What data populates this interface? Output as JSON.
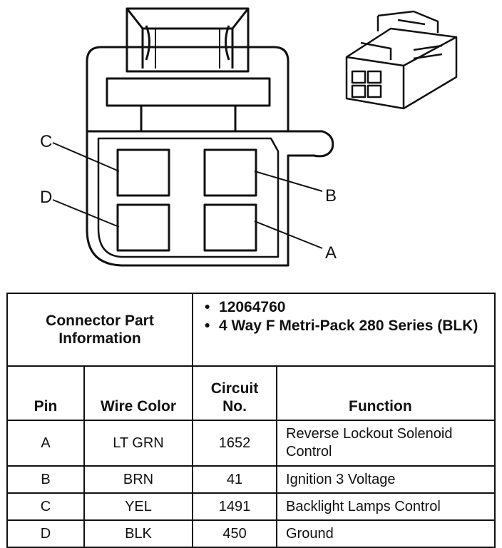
{
  "diagram": {
    "pin_labels": [
      "C",
      "D",
      "B",
      "A"
    ]
  },
  "connector": {
    "heading": "Connector Part Information",
    "part_info": [
      "12064760",
      "4 Way F Metri-Pack 280 Series (BLK)"
    ]
  },
  "table": {
    "headers": {
      "pin": "Pin",
      "wire_color": "Wire Color",
      "circuit": "Circuit No.",
      "function": "Function"
    },
    "rows": [
      {
        "pin": "A",
        "wire_color": "LT GRN",
        "circuit": "1652",
        "function": "Reverse Lockout Solenoid Control"
      },
      {
        "pin": "B",
        "wire_color": "BRN",
        "circuit": "41",
        "function": "Ignition 3 Voltage"
      },
      {
        "pin": "C",
        "wire_color": "YEL",
        "circuit": "1491",
        "function": "Backlight Lamps Control"
      },
      {
        "pin": "D",
        "wire_color": "BLK",
        "circuit": "450",
        "function": "Ground"
      }
    ]
  }
}
